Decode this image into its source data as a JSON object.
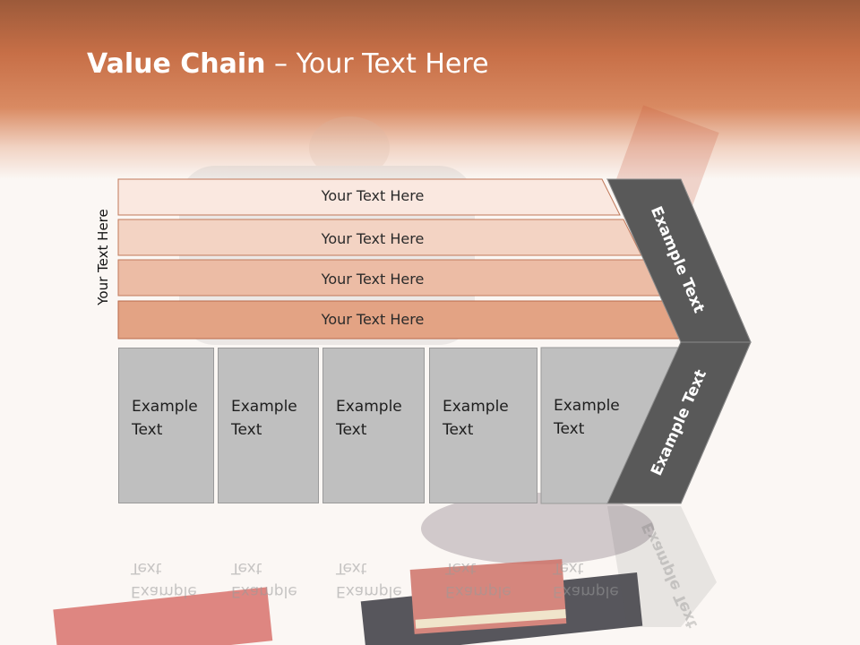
{
  "slide": {
    "title_bold": "Value Chain",
    "title_rest": " – Your Text Here"
  },
  "side_label": "Your Text Here",
  "bars": [
    {
      "label": "Your Text Here",
      "color": "#fae8e0"
    },
    {
      "label": "Your Text Here",
      "color": "#f3d3c3"
    },
    {
      "label": "Your Text Here",
      "color": "#ecbca5"
    },
    {
      "label": "Your Text Here",
      "color": "#e3a384"
    }
  ],
  "columns": [
    {
      "line1": "Example",
      "line2": "Text"
    },
    {
      "line1": "Example",
      "line2": "Text"
    },
    {
      "line1": "Example",
      "line2": "Text"
    },
    {
      "line1": "Example",
      "line2": "Text"
    },
    {
      "line1": "Example",
      "line2": "Text"
    }
  ],
  "chevron": {
    "upper_label": "Example Text",
    "lower_label": "Example Text",
    "color": "#595959",
    "border_color": "#7f7f7f"
  },
  "colors": {
    "header": "#c76f47",
    "column_fill": "#bfbfbf",
    "bar_border": "#c0785a"
  }
}
